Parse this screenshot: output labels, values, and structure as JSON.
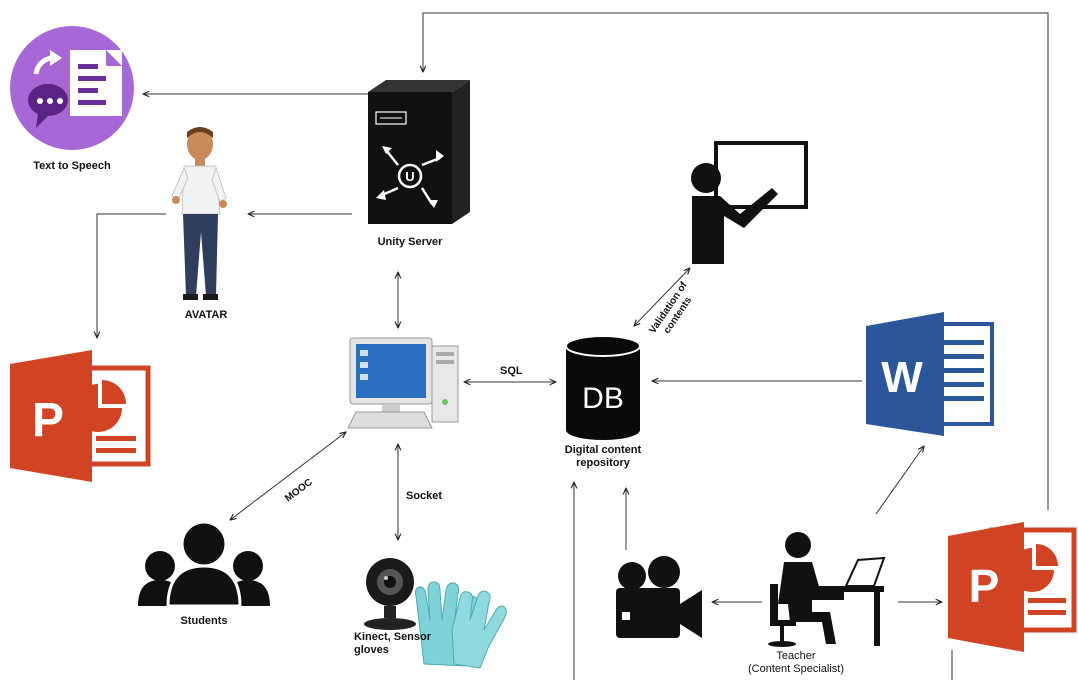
{
  "nodes": {
    "tts": {
      "label": "Text to Speech",
      "icon": "text-to-speech-icon"
    },
    "unity": {
      "label": "Unity Server",
      "icon": "server-icon"
    },
    "avatar": {
      "label": "AVATAR",
      "icon": "avatar-figure-icon"
    },
    "ppt_left": {
      "icon": "powerpoint-icon"
    },
    "computer": {
      "icon": "computer-icon"
    },
    "db": {
      "label_line1": "Digital content",
      "label_line2": "repository",
      "icon": "database-icon",
      "icon_text": "DB"
    },
    "teacher_board": {
      "icon": "teacher-whiteboard-icon"
    },
    "word": {
      "icon": "word-icon",
      "icon_text": "W"
    },
    "students": {
      "label": "Students",
      "icon": "students-group-icon"
    },
    "kinect": {
      "label_line1": "Kinect, Sensor",
      "label_line2": "gloves",
      "icon": "webcam-gloves-icon"
    },
    "camera": {
      "icon": "video-camera-icon"
    },
    "teacher_desk": {
      "label_line1": "Teacher",
      "label_line2": "(Content Specialist)",
      "icon": "teacher-at-desk-icon"
    },
    "ppt_right": {
      "icon": "powerpoint-icon"
    }
  },
  "edges": {
    "sql": "SQL",
    "mooc": "MOOC",
    "socket": "Socket",
    "validation_line1": "Validation of",
    "validation_line2": "contents"
  },
  "colors": {
    "ppt_orange": "#D04423",
    "word_blue": "#2B579A",
    "tts_purple": "#A768D6",
    "tts_dark": "#6C2E9C",
    "monitor_blue": "#2A6FC0",
    "glove_teal": "#7FD3D8",
    "black": "#111111"
  }
}
